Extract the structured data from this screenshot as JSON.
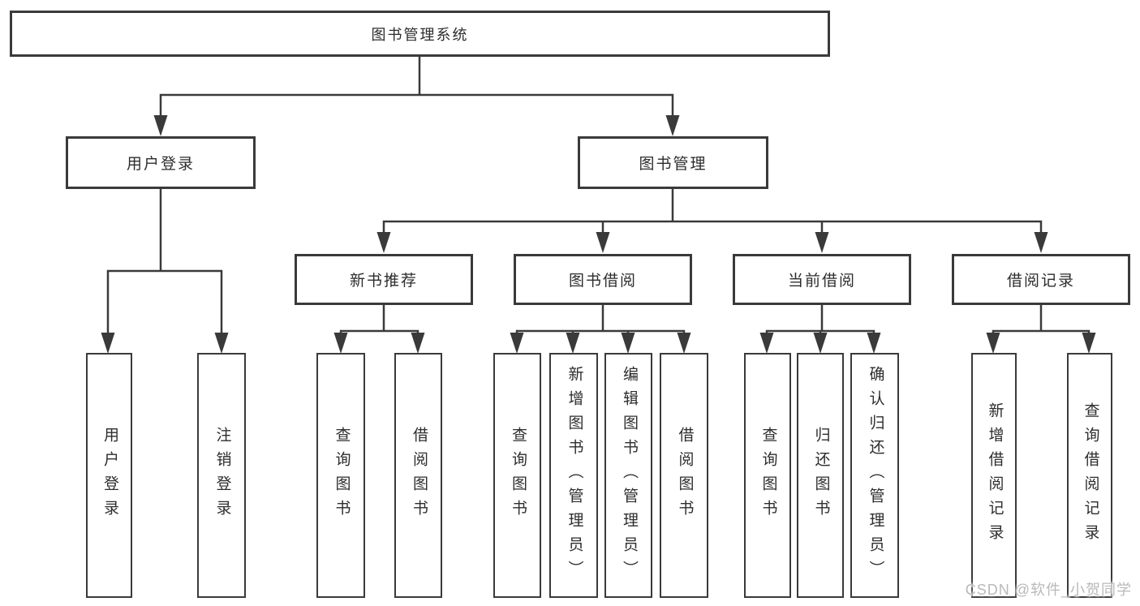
{
  "colors": {
    "line": "#3a3a3a",
    "box_border": "#3a3a3a",
    "text": "#2d2d2d",
    "background": "#ffffff",
    "watermark": "#b9b9b9"
  },
  "diagram_type": "hierarchy-tree",
  "tree": [
    {
      "label": "图书管理系统",
      "children": [
        {
          "label": "用户登录",
          "children": [
            {
              "label": "用户登录"
            },
            {
              "label": "注销登录"
            }
          ]
        },
        {
          "label": "图书管理",
          "children": [
            {
              "label": "新书推荐",
              "children": [
                {
                  "label": "查询图书"
                },
                {
                  "label": "借阅图书"
                }
              ]
            },
            {
              "label": "图书借阅",
              "children": [
                {
                  "label": "查询图书"
                },
                {
                  "label": "新增图书（管理员）"
                },
                {
                  "label": "编辑图书（管理员）"
                },
                {
                  "label": "借阅图书"
                }
              ]
            },
            {
              "label": "当前借阅",
              "children": [
                {
                  "label": "查询图书"
                },
                {
                  "label": "归还图书"
                },
                {
                  "label": "确认归还（管理员）"
                }
              ]
            },
            {
              "label": "借阅记录",
              "children": [
                {
                  "label": "新增借阅记录"
                },
                {
                  "label": "查询借阅记录"
                }
              ]
            }
          ]
        }
      ]
    }
  ],
  "watermark": {
    "text": "CSDN @软件_小贺同学"
  }
}
